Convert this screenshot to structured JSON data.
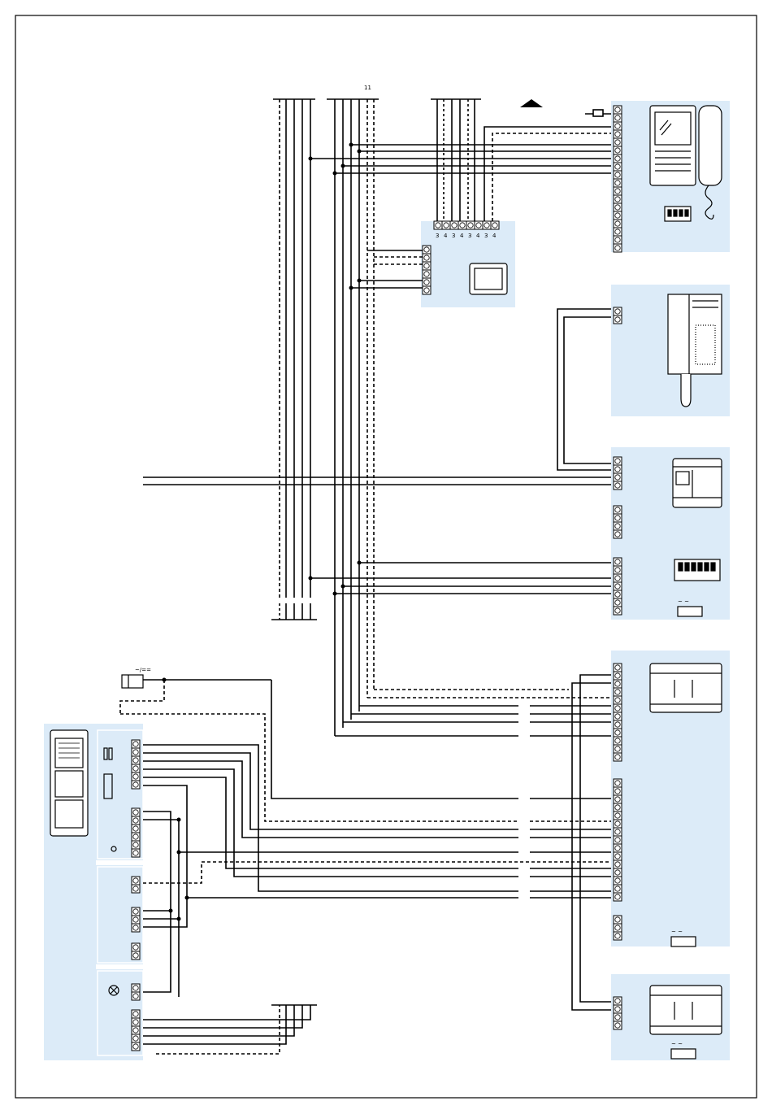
{
  "colors": {
    "panel": "#dcebf8",
    "wire": "#000000",
    "frame": "#000000",
    "background": "#ffffff"
  },
  "labels": {
    "top_bus_marker": "11",
    "supply_symbol": "~/==",
    "video_module_terminals": [
      "3",
      "4",
      "3",
      "4",
      "3",
      "4",
      "3",
      "4"
    ],
    "ac_marks": "~ ~"
  },
  "devices": [
    {
      "name": "video-handset",
      "icon": "video-intercom-handset-icon"
    },
    {
      "name": "video-module",
      "icon": "video-distributor-icon"
    },
    {
      "name": "audio-handset",
      "icon": "audio-intercom-handset-icon"
    },
    {
      "name": "interface-unit",
      "icon": "din-rail-module-icon"
    },
    {
      "name": "power-supply-main",
      "icon": "din-rail-power-supply-icon"
    },
    {
      "name": "power-supply-aux",
      "icon": "din-rail-power-supply-icon"
    },
    {
      "name": "door-panel",
      "icon": "entrance-panel-icon"
    }
  ]
}
